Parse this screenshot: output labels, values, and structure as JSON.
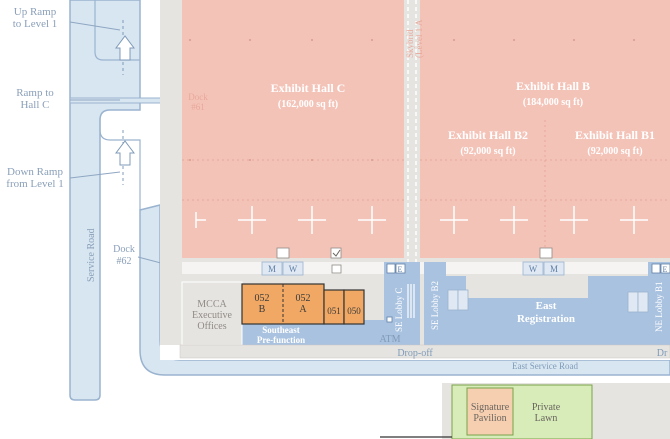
{
  "map": {
    "left_labels": {
      "up_ramp_1": "Up Ramp",
      "up_ramp_2": "to Level 1",
      "ramp_c_1": "Ramp to",
      "ramp_c_2": "Hall C",
      "down_ramp_1": "Down Ramp",
      "down_ramp_2": "from Level 1"
    },
    "service_road": "Service Road",
    "dock_61_a": "Dock",
    "dock_61_b": "#61",
    "dock_62_a": "Dock",
    "dock_62_b": "#62",
    "skybridge_a": "Skybrid",
    "skybridge_b": "(Level 1 A",
    "halls": {
      "c_name": "Exhibit Hall C",
      "c_size": "(162,000 sq ft)",
      "b_name": "Exhibit Hall B",
      "b_size": "(184,000 sq ft)",
      "b2_name": "Exhibit Hall B2",
      "b2_size": "(92,000 sq ft)",
      "b1_name": "Exhibit Hall B1",
      "b1_size": "(92,000 sq ft)"
    },
    "rooms": {
      "r052b_num": "052",
      "r052b_letter": "B",
      "r052a_num": "052",
      "r052a_letter": "A",
      "r051": "051",
      "r050": "050"
    },
    "mcca_1": "MCCA",
    "mcca_2": "Executive",
    "mcca_3": "Offices",
    "southeast_1": "Southeast",
    "southeast_2": "Pre-function",
    "atm": "ATM",
    "se_lobby_c": "SE Lobby C",
    "se_lobby_b2": "SE Lobby B2",
    "east_reg_1": "East",
    "east_reg_2": "Registration",
    "ne_lobby_b1": "NE Lobby B1",
    "drop_off": "Drop-off",
    "drop_off_2": "Dr",
    "east_service_road": "East Service Road",
    "signature_1": "Signature",
    "signature_2": "Pavilion",
    "private_1": "Private",
    "private_2": "Lawn",
    "restroom_m": "M",
    "restroom_w": "W",
    "elevator": "E",
    "family_restroom": "🚻",
    "colors": {
      "exhibit": "#f4c3b8",
      "corridor": "#e6e4e1",
      "lobby": "#a9c2e0",
      "room": "#f0a864",
      "road": "#d8e6f2",
      "road_edge": "#9ab3cf",
      "lawn": "#d7ecb8",
      "pavilion": "#f6cfb0"
    }
  }
}
